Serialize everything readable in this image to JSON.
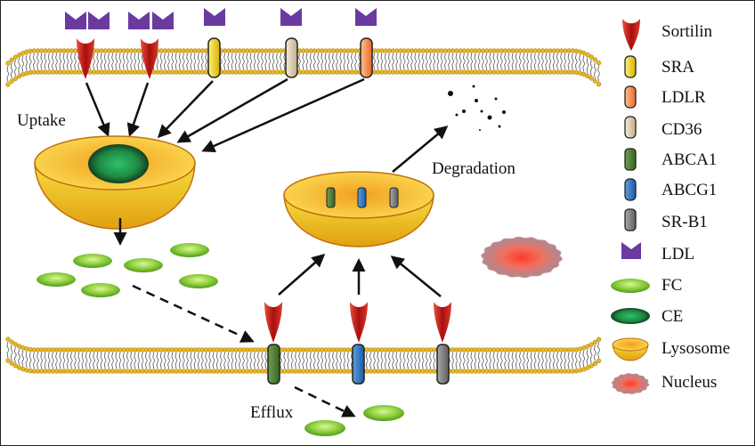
{
  "labels": {
    "uptake": "Uptake",
    "degradation": "Degradation",
    "efflux": "Efflux"
  },
  "legend": {
    "items": [
      {
        "key": "sortilin",
        "label": "Sortilin",
        "icon": "sortilin-icon"
      },
      {
        "key": "sra",
        "label": "SRA",
        "icon": "sra-icon"
      },
      {
        "key": "ldlr",
        "label": "LDLR",
        "icon": "ldlr-icon"
      },
      {
        "key": "cd36",
        "label": "CD36",
        "icon": "cd36-icon"
      },
      {
        "key": "abca1",
        "label": "ABCA1",
        "icon": "abca1-icon"
      },
      {
        "key": "abcg1",
        "label": "ABCG1",
        "icon": "abcg1-icon"
      },
      {
        "key": "srb1",
        "label": "SR-B1",
        "icon": "srb1-icon"
      },
      {
        "key": "ldl",
        "label": "LDL",
        "icon": "ldl-icon"
      },
      {
        "key": "fc",
        "label": "FC",
        "icon": "fc-icon"
      },
      {
        "key": "ce",
        "label": "CE",
        "icon": "ce-icon"
      },
      {
        "key": "lysosome",
        "label": "Lysosome",
        "icon": "lysosome-icon"
      },
      {
        "key": "nucleus",
        "label": "Nucleus",
        "icon": "nucleus-icon"
      }
    ]
  },
  "colors": {
    "sortilin": "#c8201c",
    "sra": "#e8c400",
    "ldlr": "#f08a50",
    "cd36": "#d8c8a8",
    "abca1": "#4c7a32",
    "abcg1": "#2a70b8",
    "srb1": "#7a7a7a",
    "ldl": "#6a3aa0",
    "fc": "#86c83a",
    "lysosome": "#f2c020",
    "nucleus": "#f04040",
    "membrane": "#e8b820"
  }
}
